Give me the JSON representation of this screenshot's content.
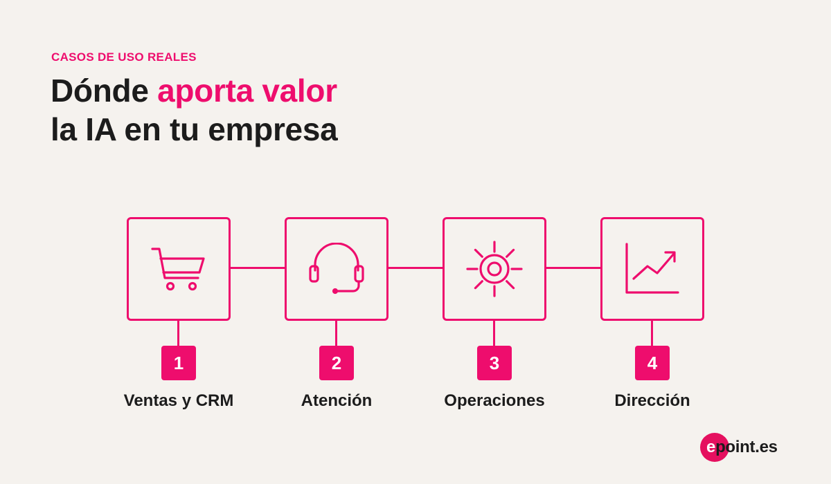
{
  "header": {
    "eyebrow": "CASOS DE USO REALES",
    "title_line1_prefix": "Dónde ",
    "title_line1_accent": "aporta valor",
    "title_line2": "la IA en tu empresa"
  },
  "colors": {
    "accent": "#ee0d6d",
    "background": "#f5f2ee",
    "text": "#1c1c1c"
  },
  "steps": [
    {
      "number": "1",
      "label": "Ventas y CRM",
      "icon": "shopping-cart-icon"
    },
    {
      "number": "2",
      "label": "Atención",
      "icon": "headset-icon"
    },
    {
      "number": "3",
      "label": "Operaciones",
      "icon": "gear-icon"
    },
    {
      "number": "4",
      "label": "Dirección",
      "icon": "trend-chart-icon"
    }
  ],
  "brand": {
    "logo_e": "e",
    "logo_rest": "point.es"
  }
}
